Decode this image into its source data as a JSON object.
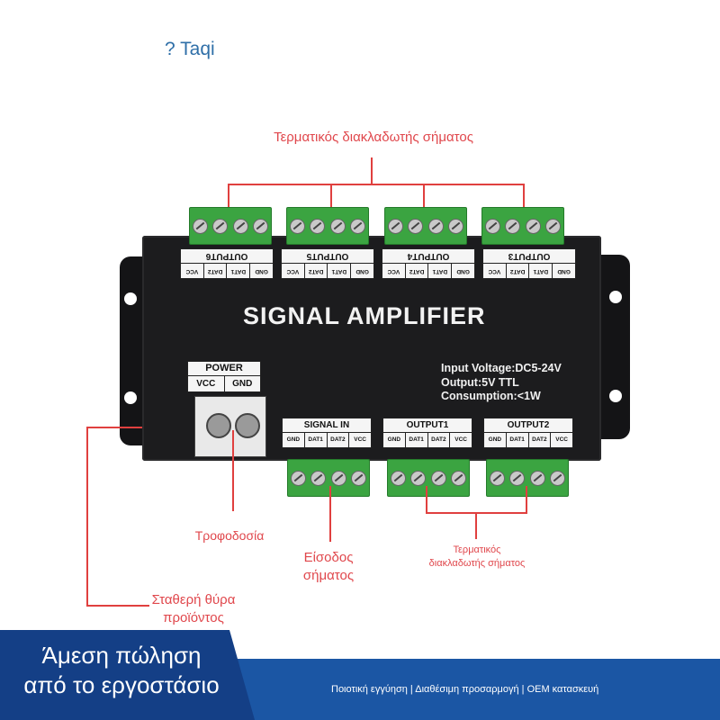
{
  "brand": "? Taqi",
  "callouts": {
    "top": "Τερματικός διακλαδωτής σήματος",
    "power": "Τροφοδοσία",
    "signal_in_1": "Είσοδος",
    "signal_in_2": "σήματος",
    "bottom_right_1": "Τερματικός",
    "bottom_right_2": "διακλαδωτής σήματος",
    "fixed_1": "Σταθερή θύρα",
    "fixed_2": "προϊόντος"
  },
  "device": {
    "title": "SIGNAL AMPLIFIER",
    "specs": [
      "Input Voltage:DC5-24V",
      "Output:5V TTL",
      "Consumption:<1W"
    ],
    "power_panel": {
      "header": "POWER",
      "pins": [
        "VCC",
        "GND"
      ]
    },
    "top_panels": [
      {
        "header": "OUTPUT6",
        "pins": [
          "VCC",
          "DAT2",
          "DAT1",
          "GND"
        ]
      },
      {
        "header": "OUTPUT5",
        "pins": [
          "VCC",
          "DAT2",
          "DAT1",
          "GND"
        ]
      },
      {
        "header": "OUTPUT4",
        "pins": [
          "VCC",
          "DAT2",
          "DAT1",
          "GND"
        ]
      },
      {
        "header": "OUTPUT3",
        "pins": [
          "VCC",
          "DAT2",
          "DAT1",
          "GND"
        ]
      }
    ],
    "bottom_panels": [
      {
        "header": "SIGNAL IN",
        "pins": [
          "GND",
          "DAT1",
          "DAT2",
          "VCC"
        ]
      },
      {
        "header": "OUTPUT1",
        "pins": [
          "GND",
          "DAT1",
          "DAT2",
          "VCC"
        ]
      },
      {
        "header": "OUTPUT2",
        "pins": [
          "GND",
          "DAT1",
          "DAT2",
          "VCC"
        ]
      }
    ]
  },
  "footer": {
    "slogan_line1": "Άμεση πώληση",
    "slogan_line2": "από το εργοστάσιο",
    "tagline": "Ποιοτική εγγύηση | Διαθέσιμη προσαρμογή | OEM κατασκευή"
  },
  "colors": {
    "accent_red": "#e0403f",
    "footer_blue": "#1b56a4",
    "terminal_green": "#3ba441"
  }
}
